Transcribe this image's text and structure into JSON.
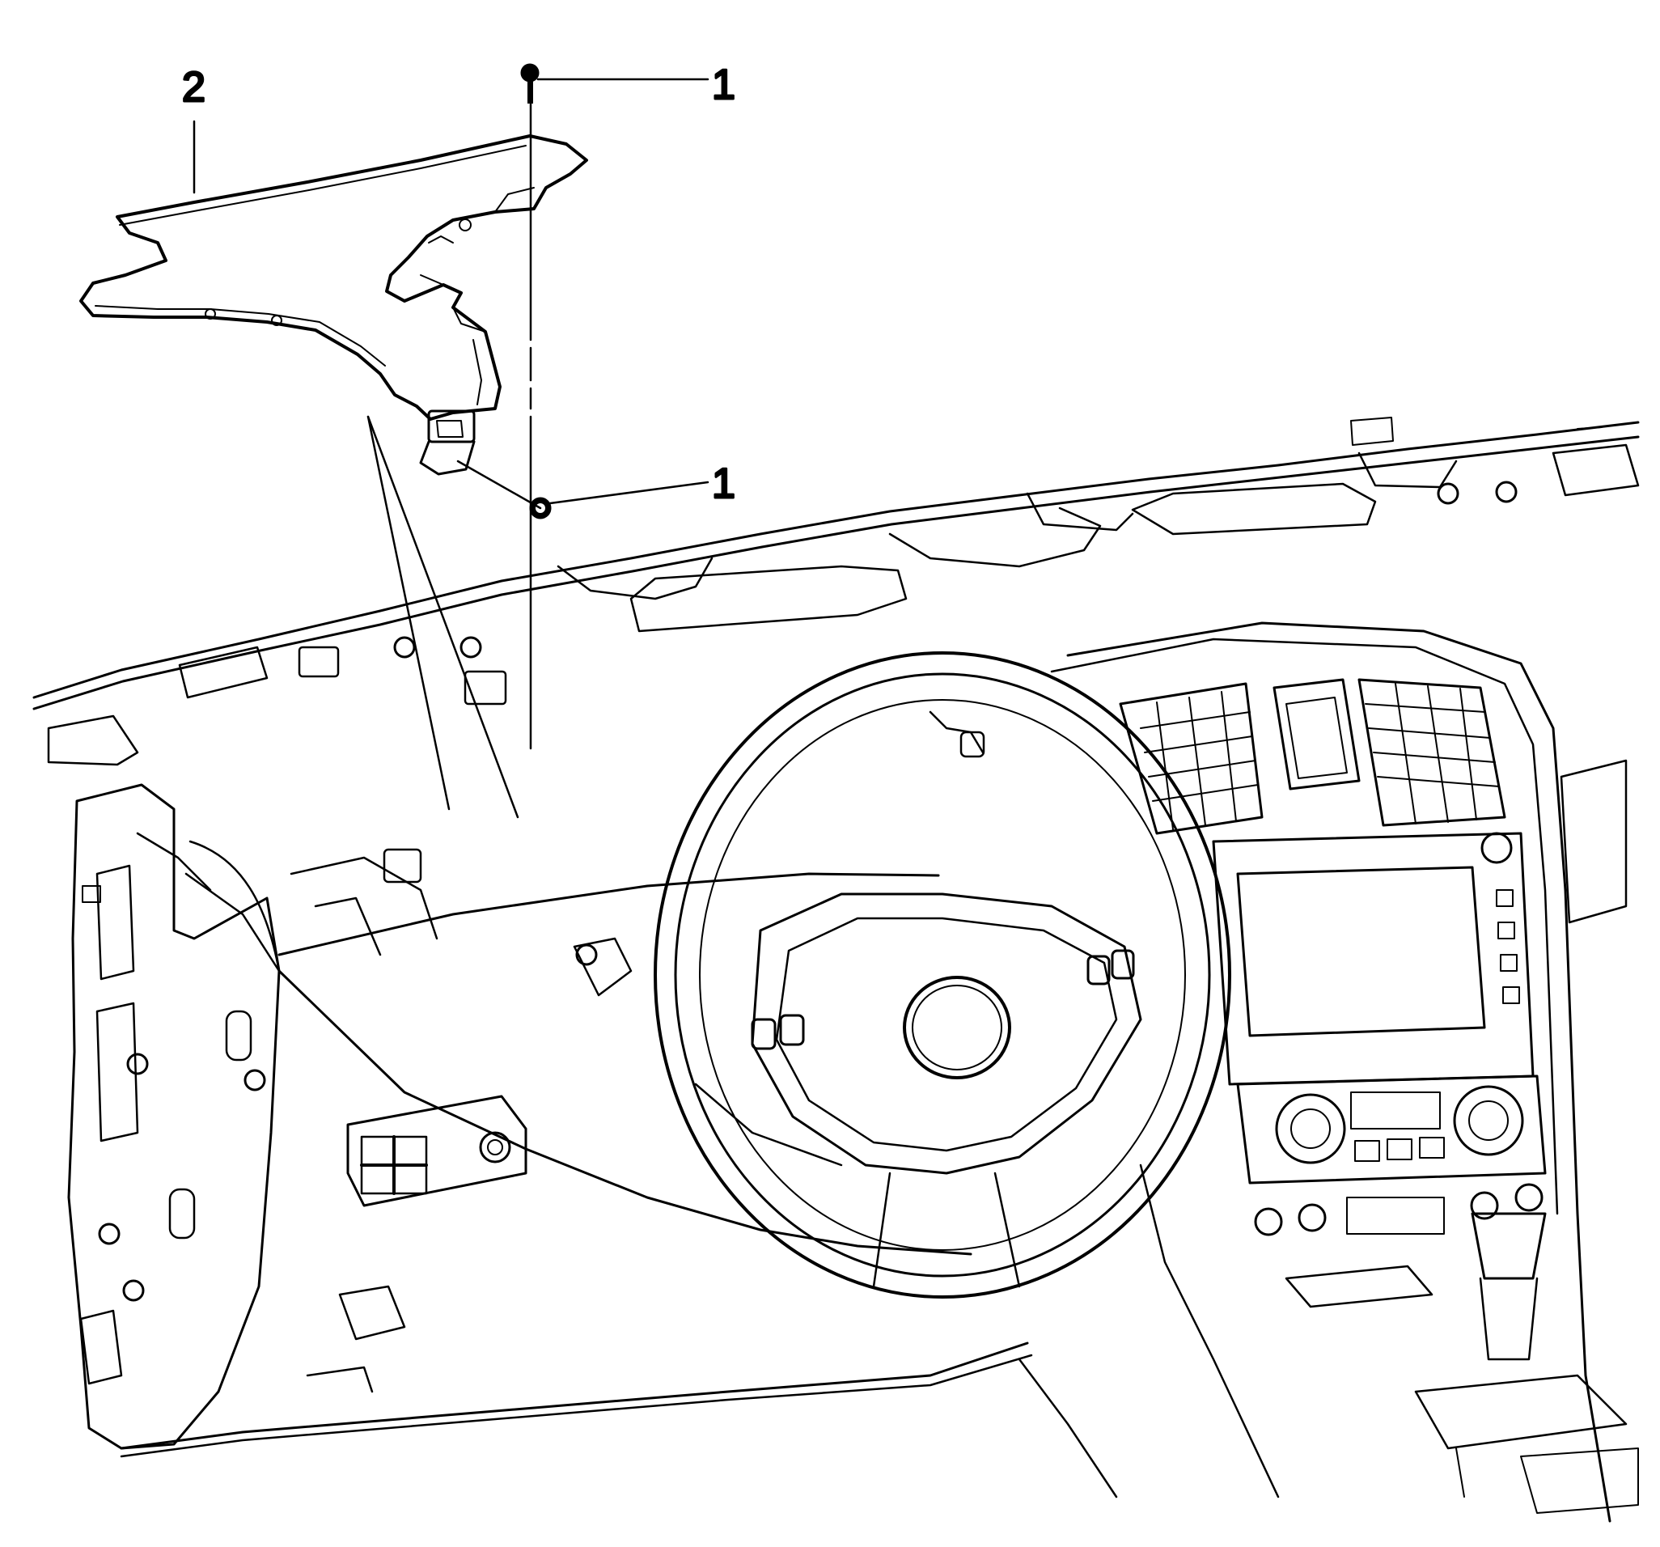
{
  "diagram": {
    "callouts": [
      {
        "id": "c1a",
        "label": "1"
      },
      {
        "id": "c1b",
        "label": "1"
      },
      {
        "id": "c2",
        "label": "2"
      }
    ],
    "colors": {
      "line": "#000000",
      "background": "#ffffff"
    }
  }
}
